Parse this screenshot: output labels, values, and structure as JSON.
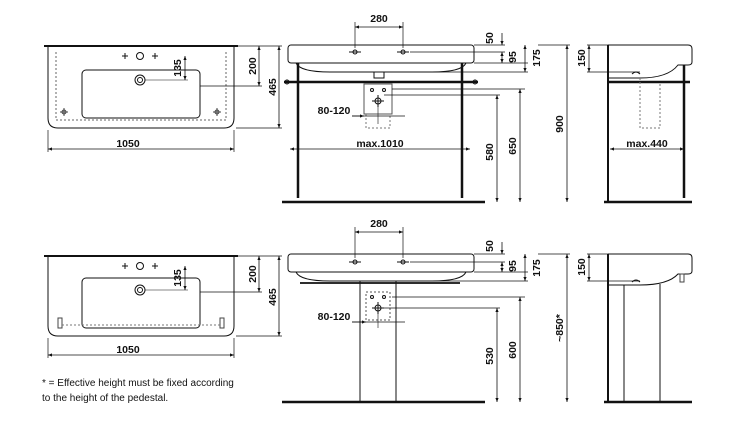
{
  "top_set": {
    "plan": {
      "width": "1050",
      "depth": "465",
      "inner_depth": "200",
      "tap_offset": "135"
    },
    "front": {
      "tap_spacing": "280",
      "overflow": "50",
      "rim": "95",
      "bowl": "175",
      "leg_span": "max.1010",
      "trap_offset": "80-120",
      "trap_height": "580",
      "frame_height": "650",
      "total_height": "900"
    },
    "side": {
      "rim_height": "150",
      "depth": "max.440"
    }
  },
  "bottom_set": {
    "plan": {
      "width": "1050",
      "depth": "465",
      "inner_depth": "200",
      "tap_offset": "135"
    },
    "front": {
      "tap_spacing": "280",
      "overflow": "50",
      "rim": "95",
      "bowl": "175",
      "trap_offset": "80-120",
      "trap_height": "530",
      "pedestal_height": "600",
      "total_height": "~850*"
    },
    "side": {
      "rim_height": "150"
    }
  },
  "footnote": {
    "line1": "* = Effective height must be fixed according",
    "line2": "to the height of the pedestal."
  }
}
